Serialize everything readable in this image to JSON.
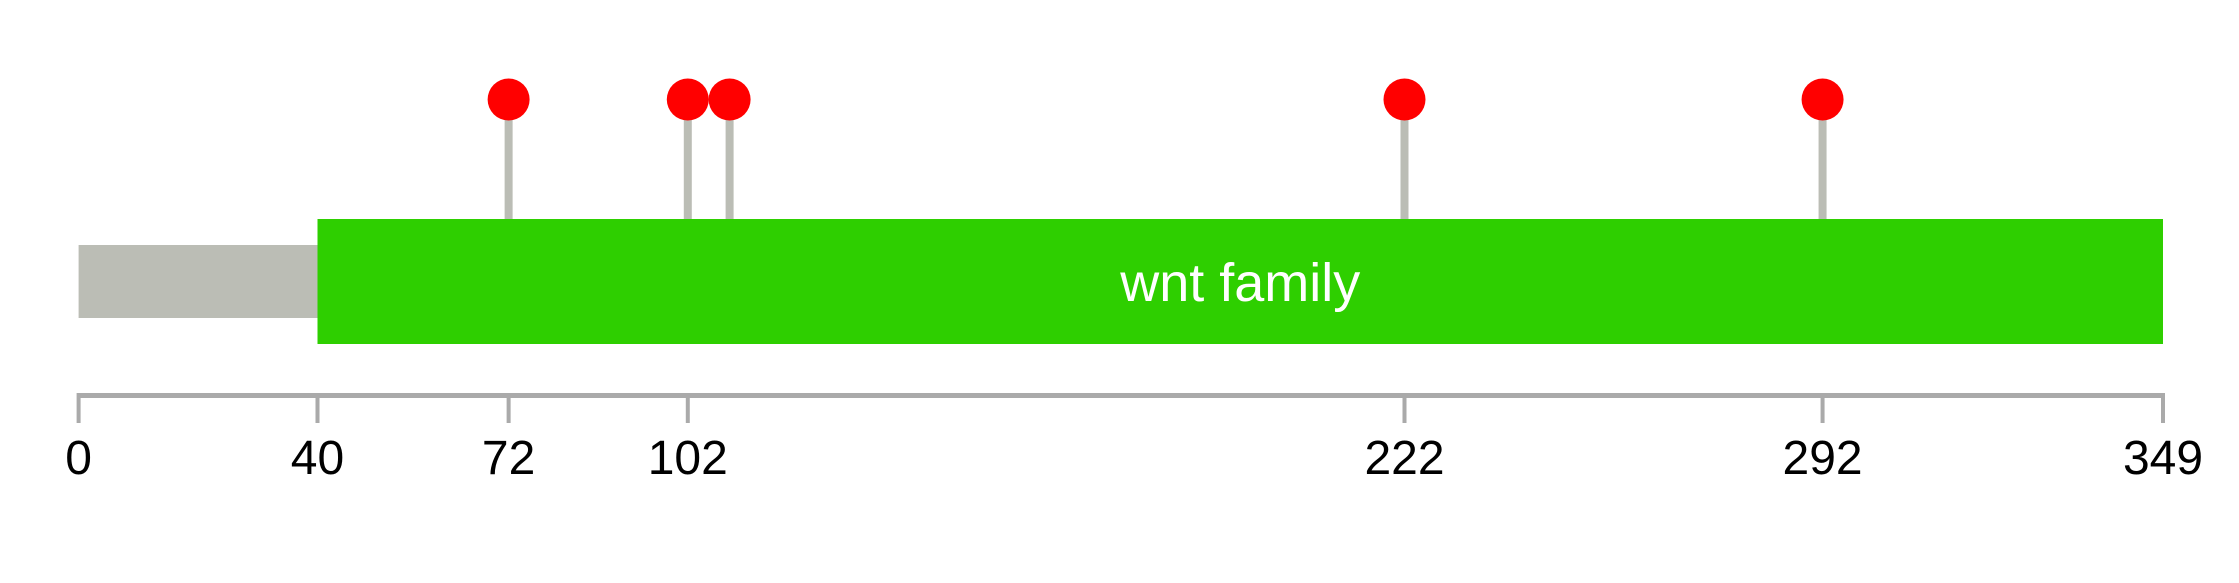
{
  "protein": {
    "length": 349,
    "backbone_color": "#BBBDB5",
    "domains": [
      {
        "label": "wnt family",
        "start": 40,
        "end": 349,
        "color": "#2ECF00",
        "text_color": "#FFFFFF"
      }
    ],
    "mutations": [
      {
        "position": 72
      },
      {
        "position": 102
      },
      {
        "position": 109
      },
      {
        "position": 222
      },
      {
        "position": 292
      }
    ],
    "mutation_color": "#FF0000",
    "stem_color": "#BBBDB5",
    "axis_color": "#AAAAAA",
    "axis_ticks": [
      {
        "value": 0,
        "label": "0"
      },
      {
        "value": 40,
        "label": "40"
      },
      {
        "value": 72,
        "label": "72"
      },
      {
        "value": 102,
        "label": "102"
      },
      {
        "value": 222,
        "label": "222"
      },
      {
        "value": 292,
        "label": "292"
      },
      {
        "value": 349,
        "label": "349"
      }
    ]
  }
}
